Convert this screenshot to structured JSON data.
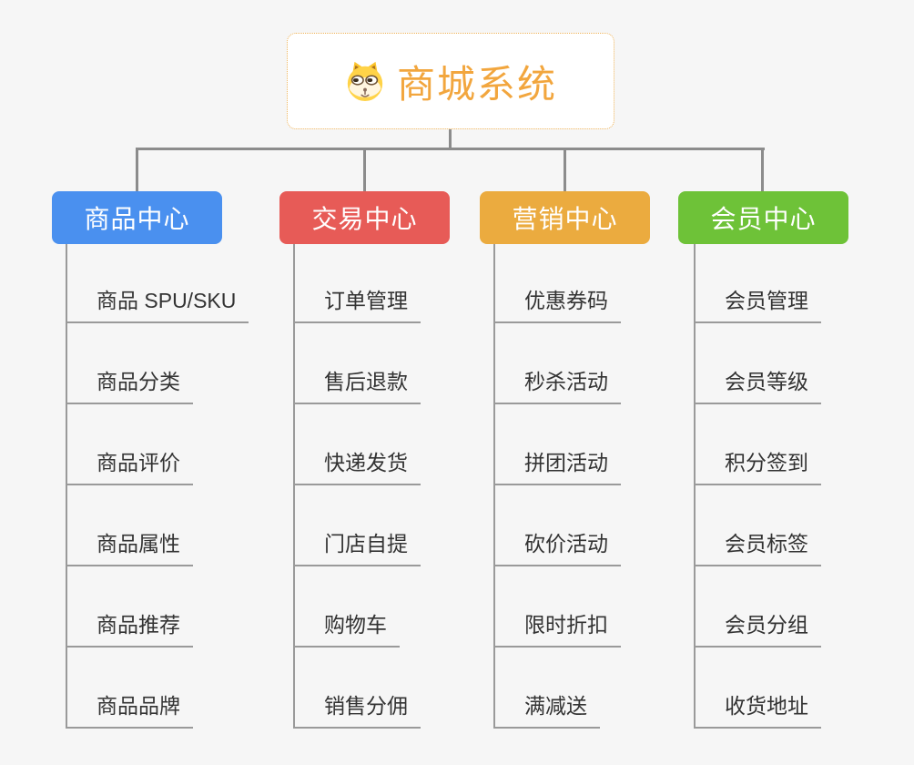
{
  "diagram": {
    "background_color": "#f6f6f6",
    "connector_color": "#8c8c8c",
    "leaf_line_color": "#9a9a9a",
    "root": {
      "title": "商城系统",
      "icon": "dog-face-icon",
      "text_color": "#f2a63e",
      "border_color": "#eeb257",
      "fill": "#ffffff"
    },
    "branches": [
      {
        "label": "商品中心",
        "color": "#4a90ef",
        "children": [
          "商品 SPU/SKU",
          "商品分类",
          "商品评价",
          "商品属性",
          "商品推荐",
          "商品品牌"
        ]
      },
      {
        "label": "交易中心",
        "color": "#e75b57",
        "children": [
          "订单管理",
          "售后退款",
          "快递发货",
          "门店自提",
          "购物车",
          "销售分佣"
        ]
      },
      {
        "label": "营销中心",
        "color": "#ebab3f",
        "children": [
          "优惠券码",
          "秒杀活动",
          "拼团活动",
          "砍价活动",
          "限时折扣",
          "满减送"
        ]
      },
      {
        "label": "会员中心",
        "color": "#6ec238",
        "children": [
          "会员管理",
          "会员等级",
          "积分签到",
          "会员标签",
          "会员分组",
          "收货地址"
        ]
      }
    ]
  }
}
